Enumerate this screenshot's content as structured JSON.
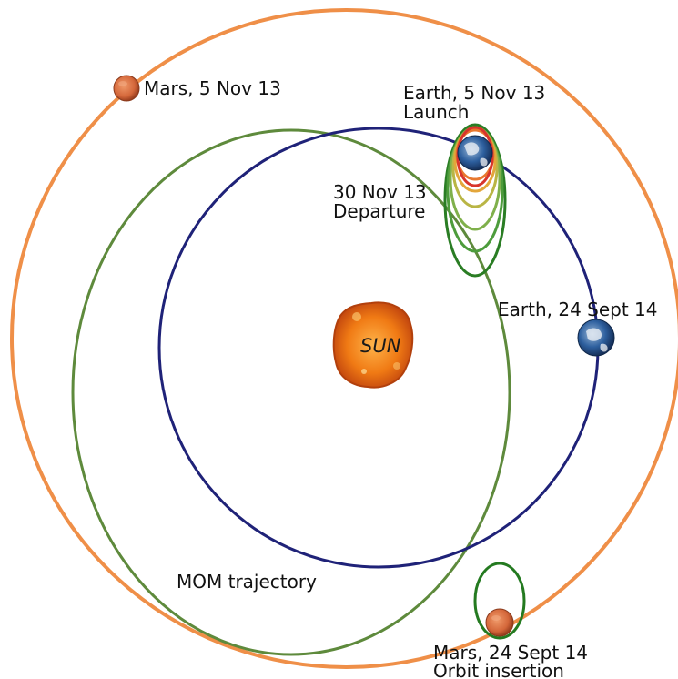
{
  "colors": {
    "mars_orbit": "#ef8f48",
    "earth_orbit": "#1f2278",
    "transfer": "#5e8a3c",
    "capture_orbit": "#247a20",
    "parking_orbits": [
      "#d8352c",
      "#e8782e",
      "#e3a63b",
      "#b9b545",
      "#7fb04b",
      "#4d9c3c",
      "#2a7d24"
    ],
    "sun": "#f07a14",
    "mars": "#d4673a",
    "earth": "#2d5f9e"
  },
  "labels": {
    "mars_start": "Mars, 5 Nov 13",
    "earth_launch_line1": "Earth, 5 Nov 13",
    "earth_launch_line2": "Launch",
    "departure_line1": "30 Nov 13",
    "departure_line2": "Departure",
    "sun": "SUN",
    "earth_end": "Earth, 24 Sept 14",
    "trajectory": "MOM trajectory",
    "mars_end_line1": "Mars, 24 Sept 14",
    "mars_end_line2": "Orbit insertion"
  }
}
